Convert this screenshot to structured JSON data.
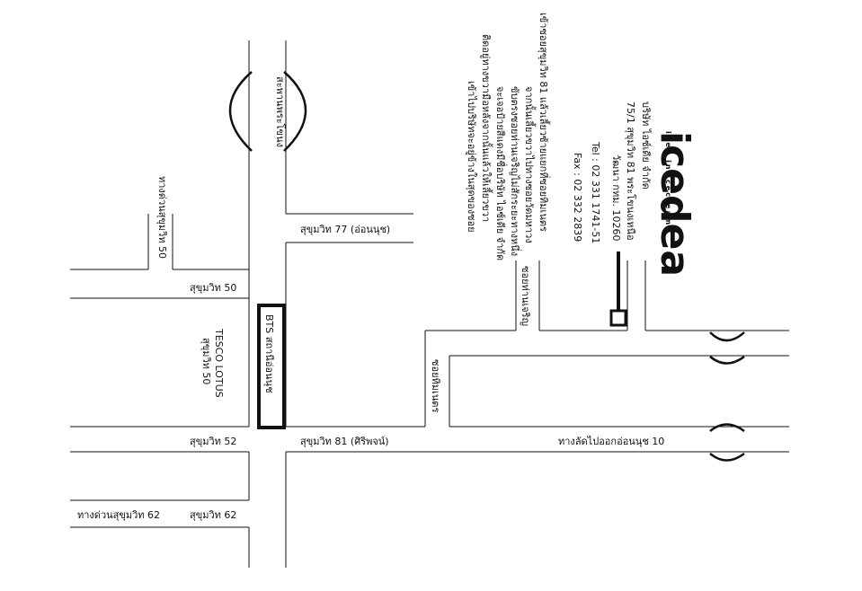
{
  "company": {
    "logo": "icedea",
    "tagline": "idea in icecream",
    "name": "บริษัท ไอซ์เดีย จำกัด",
    "address_line1": "75/1 สุขุมวิท 81 พระโขนงเหนือ",
    "address_line2": "วัฒนา กทม. 10260",
    "tel": "Tel : 02 331 1741-51",
    "fax": "Fax : 02 332 2839"
  },
  "directions": [
    "เข้าซอยสุขุมวิท 81 แล้วเลี้ยวซ้ายแยกที่ซอยทิมเนตร",
    "จากนั้นเลี้ยวขวาไปทางซอยวัดมหาวง",
    "ขับตรงซอยท่านเจริญไม่สักระยะทางหนึ่ง",
    "จะเจอป้ายสีแดงมีชื่อบริษัท ไอซ์เดีย จำกัด",
    "ติดอยู่ทางขวามือหลังจากนั้นแล้วให้เลี้ยวขวา",
    "เข้าไปบริษัทจะอยู่ข้างในสุดของซอย"
  ],
  "roads": {
    "on_nut_bridge": "สะพานพระโขนง",
    "express_50": "ทางด่วนสุขุมวิท 50",
    "soi_50": "สุขุมวิท 50",
    "soi_77": "สุขุมวิท 77 (อ่อนนุช)",
    "tesco_line1": "TESCO LOTUS",
    "tesco_line2": "สุขุมวิท 50",
    "bts": "BTS สถานีอ่อนนุช",
    "soi_tan_charoen": "ซอยท่านเจริญ",
    "soi_thim_net": "ซอยทิมเนตร",
    "soi_52": "สุขุมวิท 52",
    "soi_81": "สุขุมวิท 81 (ศิริพจน์)",
    "shortcut_on_nut": "ทางลัดไปออกอ่อนนุช 10",
    "express_62": "ทางด่วนสุขุมวิท 62",
    "soi_62": "สุขุมวิท 62"
  }
}
